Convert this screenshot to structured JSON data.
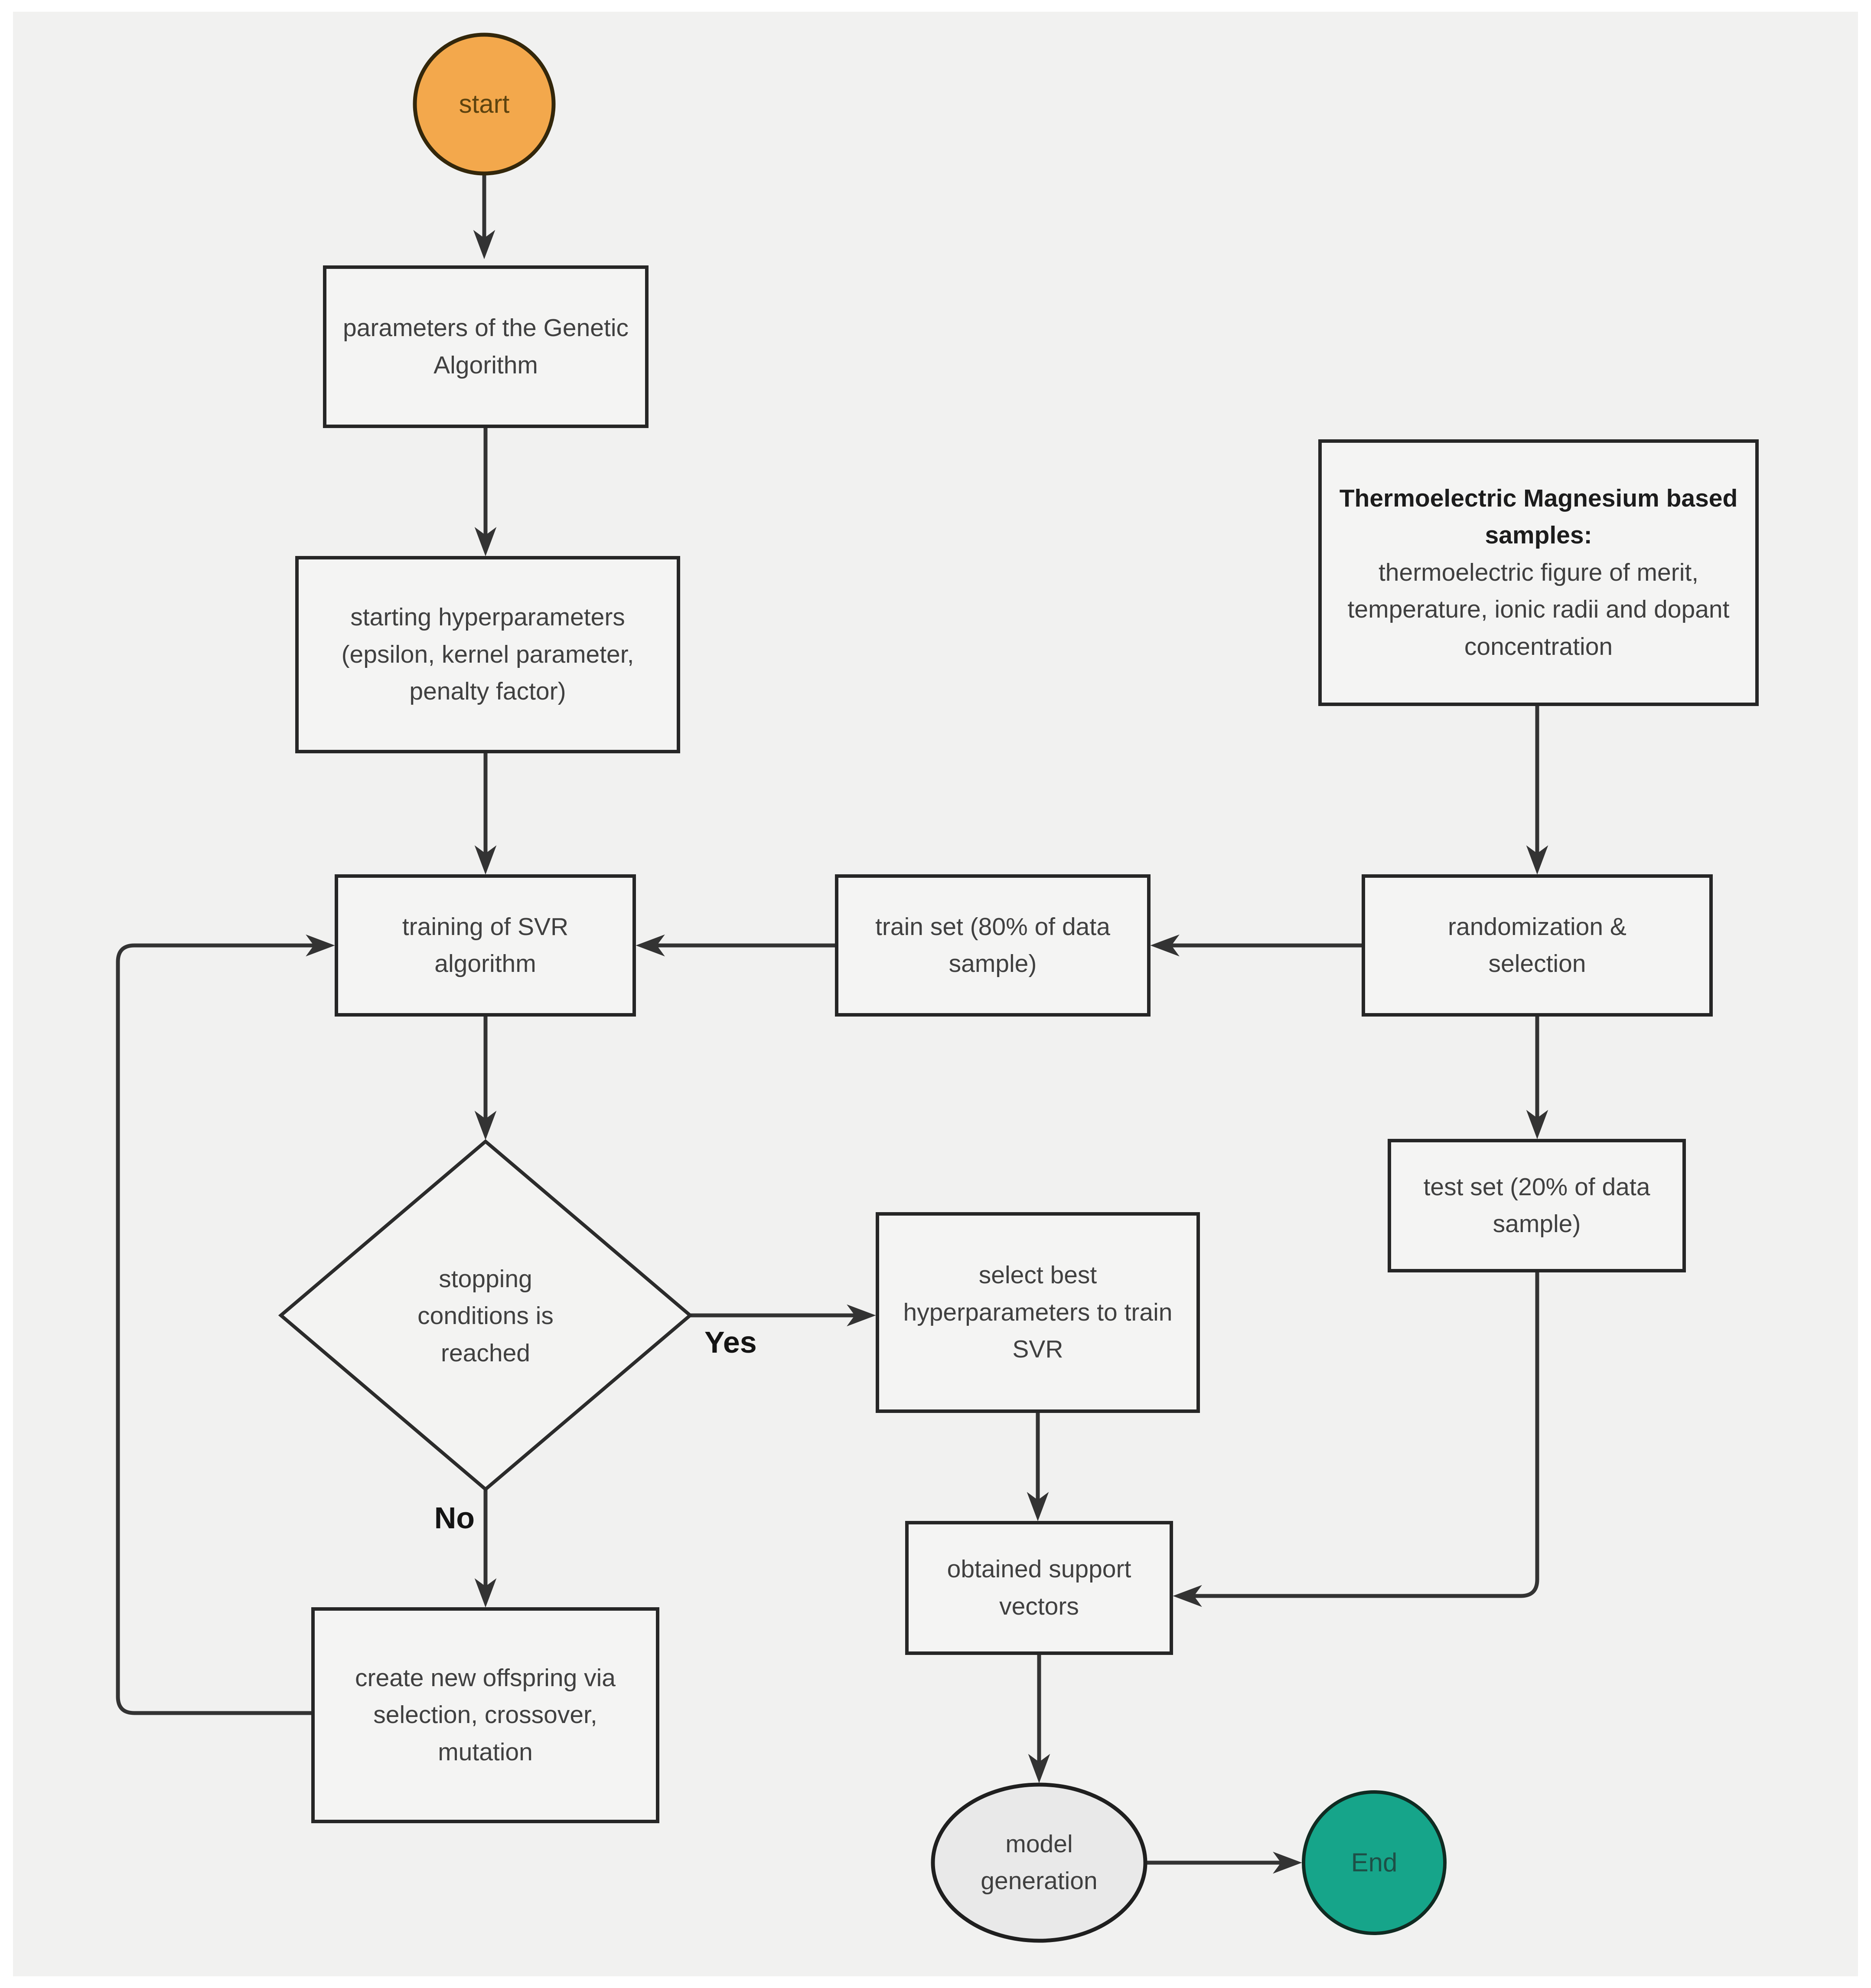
{
  "colors": {
    "background": "#ffffff",
    "panel": "#f1f1f0",
    "box_fill": "#f4f4f3",
    "box_border": "#262626",
    "connector": "#333333",
    "start_fill": "#f3a84c",
    "start_text": "#5d430f",
    "end_fill": "#16a58a",
    "end_text": "#1d5047",
    "ellipse_fill": "#e9e9e9",
    "text": "#404040",
    "branch_label_text": "#141414"
  },
  "nodes": {
    "start": {
      "label": "start"
    },
    "ga_parameters": {
      "label": "parameters of the Genetic Algorithm"
    },
    "starting_hyperparameters": {
      "label": "starting hyperparameters (epsilon, kernel parameter, penalty factor)"
    },
    "svr_training": {
      "label": "training of SVR algorithm"
    },
    "train_set": {
      "label": "train set (80% of data sample)"
    },
    "randomization": {
      "label": "randomization & selection"
    },
    "dataset": {
      "title": "Thermoelectric Magnesium based samples:",
      "body": "thermoelectric figure of merit, temperature, ionic radii and dopant concentration"
    },
    "stopping_decision": {
      "label": "stopping conditions is reached"
    },
    "select_best": {
      "label": "select best hyperparameters to train SVR"
    },
    "test_set": {
      "label": "test set (20% of data sample)"
    },
    "create_offspring": {
      "label": "create new offspring via selection, crossover, mutation"
    },
    "support_vectors": {
      "label": "obtained support vectors"
    },
    "model_generation": {
      "label": "model generation"
    },
    "end": {
      "label": "End"
    }
  },
  "edge_labels": {
    "yes": "Yes",
    "no": "No"
  }
}
